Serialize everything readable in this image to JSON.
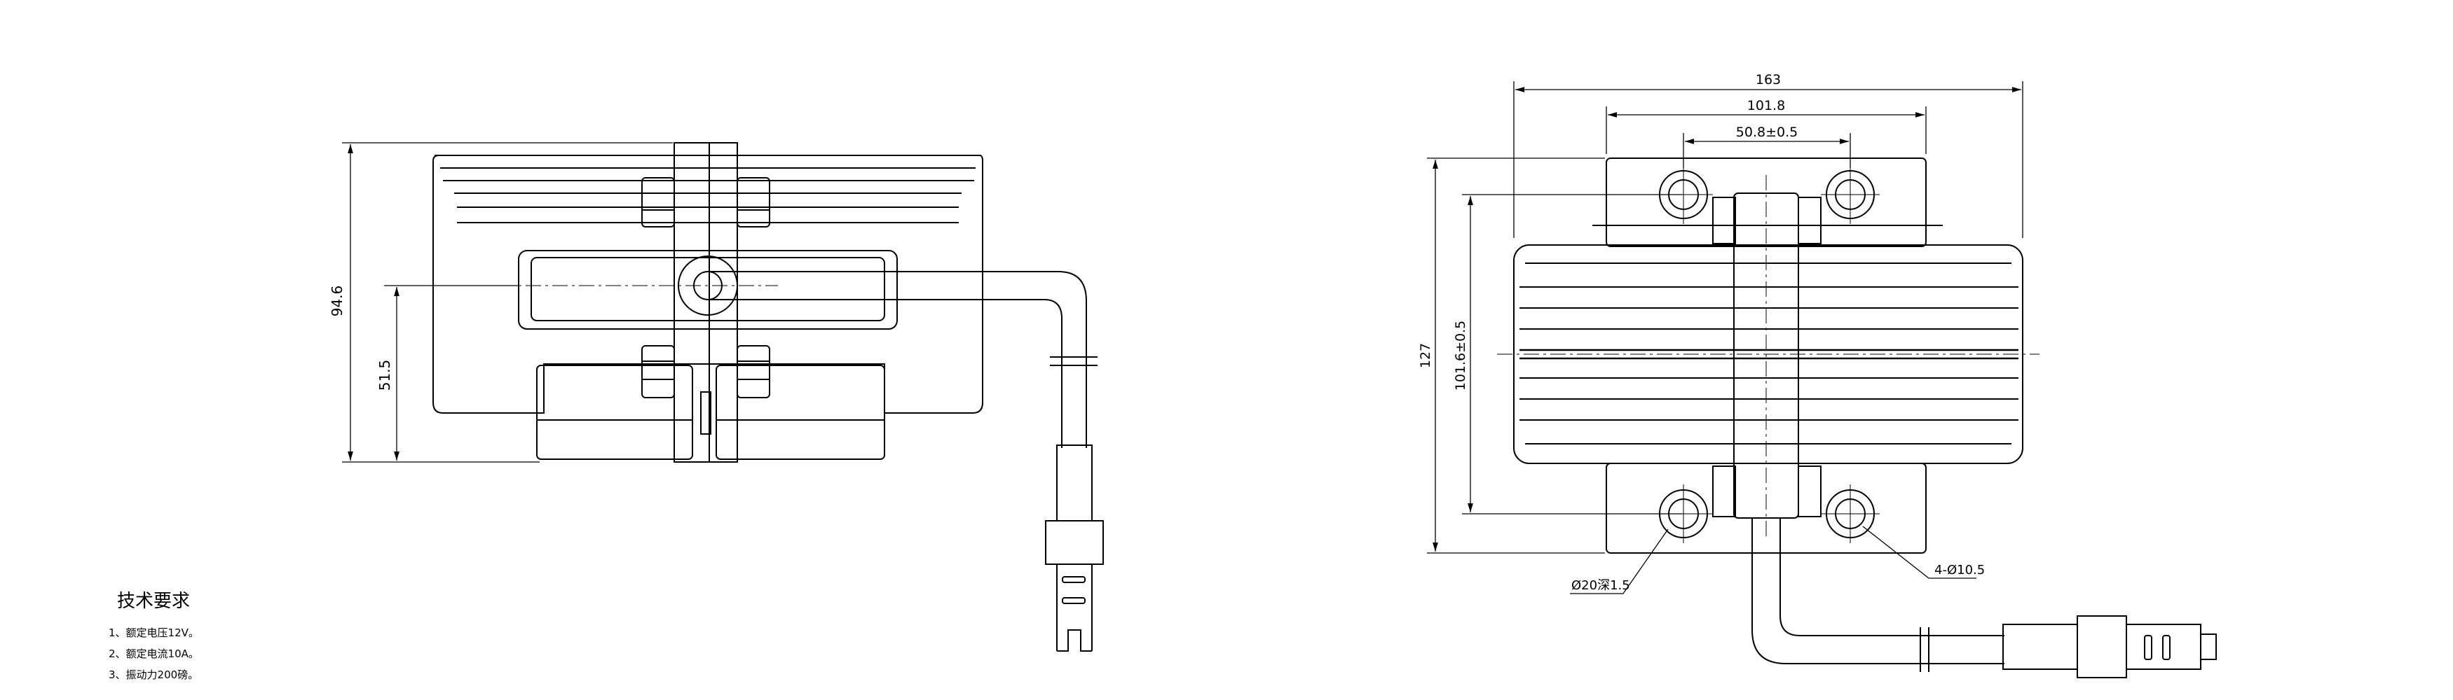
{
  "drawing": {
    "side_view": {
      "dims": {
        "height_total": "94.6",
        "height_center": "51.5"
      }
    },
    "top_view": {
      "dims": {
        "width_total": "163",
        "width_mid": "101.8",
        "hole_spacing_x": "50.8±0.5",
        "height_total": "127",
        "hole_spacing_y": "101.6±0.5"
      },
      "callouts": {
        "counterbore": "Ø20深1.5",
        "holes": "4-Ø10.5"
      }
    }
  },
  "notes": {
    "title": "技术要求",
    "items": [
      "1、额定电压12V。",
      "2、额定电流10A。",
      "3、振动力200磅。"
    ]
  }
}
